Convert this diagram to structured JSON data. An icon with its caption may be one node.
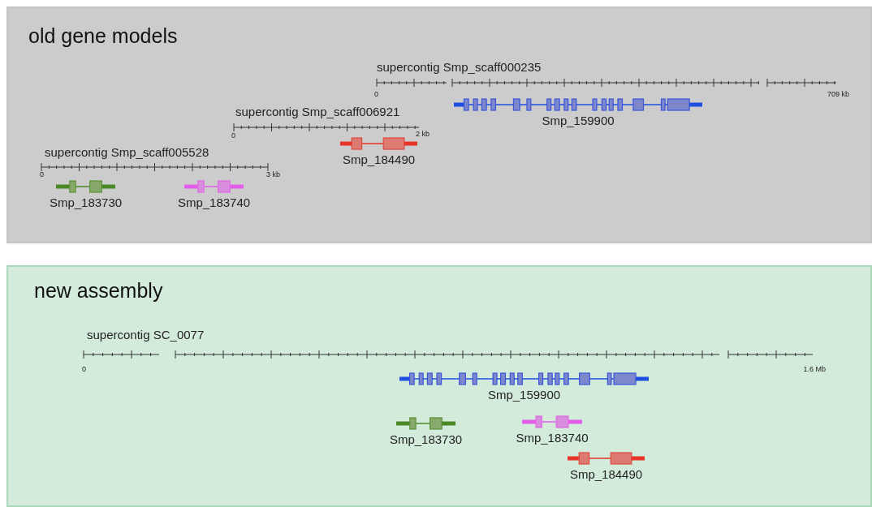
{
  "diagram": {
    "nodes": [
      {
        "text": [
          "old gene models"
        ]
      },
      {
        "text": [
          "Smp_159900"
        ],
        "in": 0
      },
      {
        "text": [
          "Smp_184490"
        ],
        "in": 0
      },
      {
        "text": [
          "Smp_183730"
        ],
        "in": 0
      },
      {
        "text": [
          "Smp_183740"
        ],
        "in": 0
      },
      {
        "text": [
          "new assembly"
        ]
      },
      {
        "text": [
          "Smp_159900"
        ],
        "in": 5
      },
      {
        "text": [
          "Smp_183730"
        ],
        "in": 5
      },
      {
        "text": [
          "Smp_183740"
        ],
        "in": 5
      },
      {
        "text": [
          "Smp_184490"
        ],
        "in": 5
      }
    ],
    "edges": [],
    "labels": [
      "supercontig Smp_scaff000235",
      "0",
      "709 kb",
      "supercontig Smp_scaff006921",
      "0",
      "2 kb",
      "supercontig Smp_scaff005528",
      "0",
      "3 kb",
      "supercontig SC_0077",
      "0",
      "1.6 Mb"
    ]
  }
}
